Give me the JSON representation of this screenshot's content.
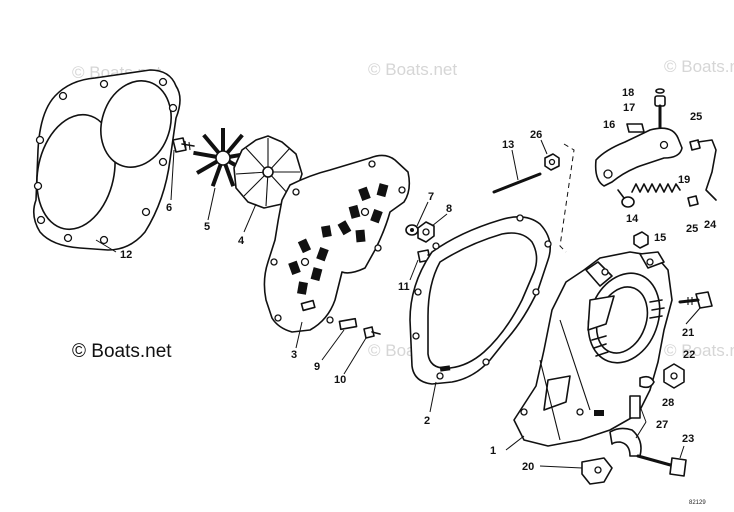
{
  "watermark": "© Boats.net",
  "copyright": "© Boats.net",
  "diagram_code": "82129",
  "parts": [
    {
      "id": "gasket-12",
      "label": "12"
    },
    {
      "id": "screw-6",
      "label": "6"
    },
    {
      "id": "valve-5",
      "label": "5"
    },
    {
      "id": "valve-4",
      "label": "4"
    },
    {
      "id": "plate-3",
      "label": "3"
    },
    {
      "id": "pin-9",
      "label": "9"
    },
    {
      "id": "screw-10",
      "label": "10"
    },
    {
      "id": "washer-7",
      "label": "7"
    },
    {
      "id": "nut-8",
      "label": "8"
    },
    {
      "id": "screw-11",
      "label": "11"
    },
    {
      "id": "gasket-2",
      "label": "2"
    },
    {
      "id": "rod-13",
      "label": "13"
    },
    {
      "id": "nut-26",
      "label": "26"
    },
    {
      "id": "clip-18",
      "label": "18"
    },
    {
      "id": "cap-17",
      "label": "17"
    },
    {
      "id": "lever-16",
      "label": "16"
    },
    {
      "id": "clip-25a",
      "label": "25"
    },
    {
      "id": "spring-19",
      "label": "19"
    },
    {
      "id": "screw-14",
      "label": "14"
    },
    {
      "id": "clip-25b",
      "label": "25"
    },
    {
      "id": "link-24",
      "label": "24"
    },
    {
      "id": "nut-15",
      "label": "15"
    },
    {
      "id": "screw-21",
      "label": "21"
    },
    {
      "id": "nut-22",
      "label": "22"
    },
    {
      "id": "plug-28",
      "label": "28"
    },
    {
      "id": "hose-27",
      "label": "27"
    },
    {
      "id": "housing-1",
      "label": "1"
    },
    {
      "id": "screw-23",
      "label": "23"
    },
    {
      "id": "bracket-20",
      "label": "20"
    }
  ]
}
